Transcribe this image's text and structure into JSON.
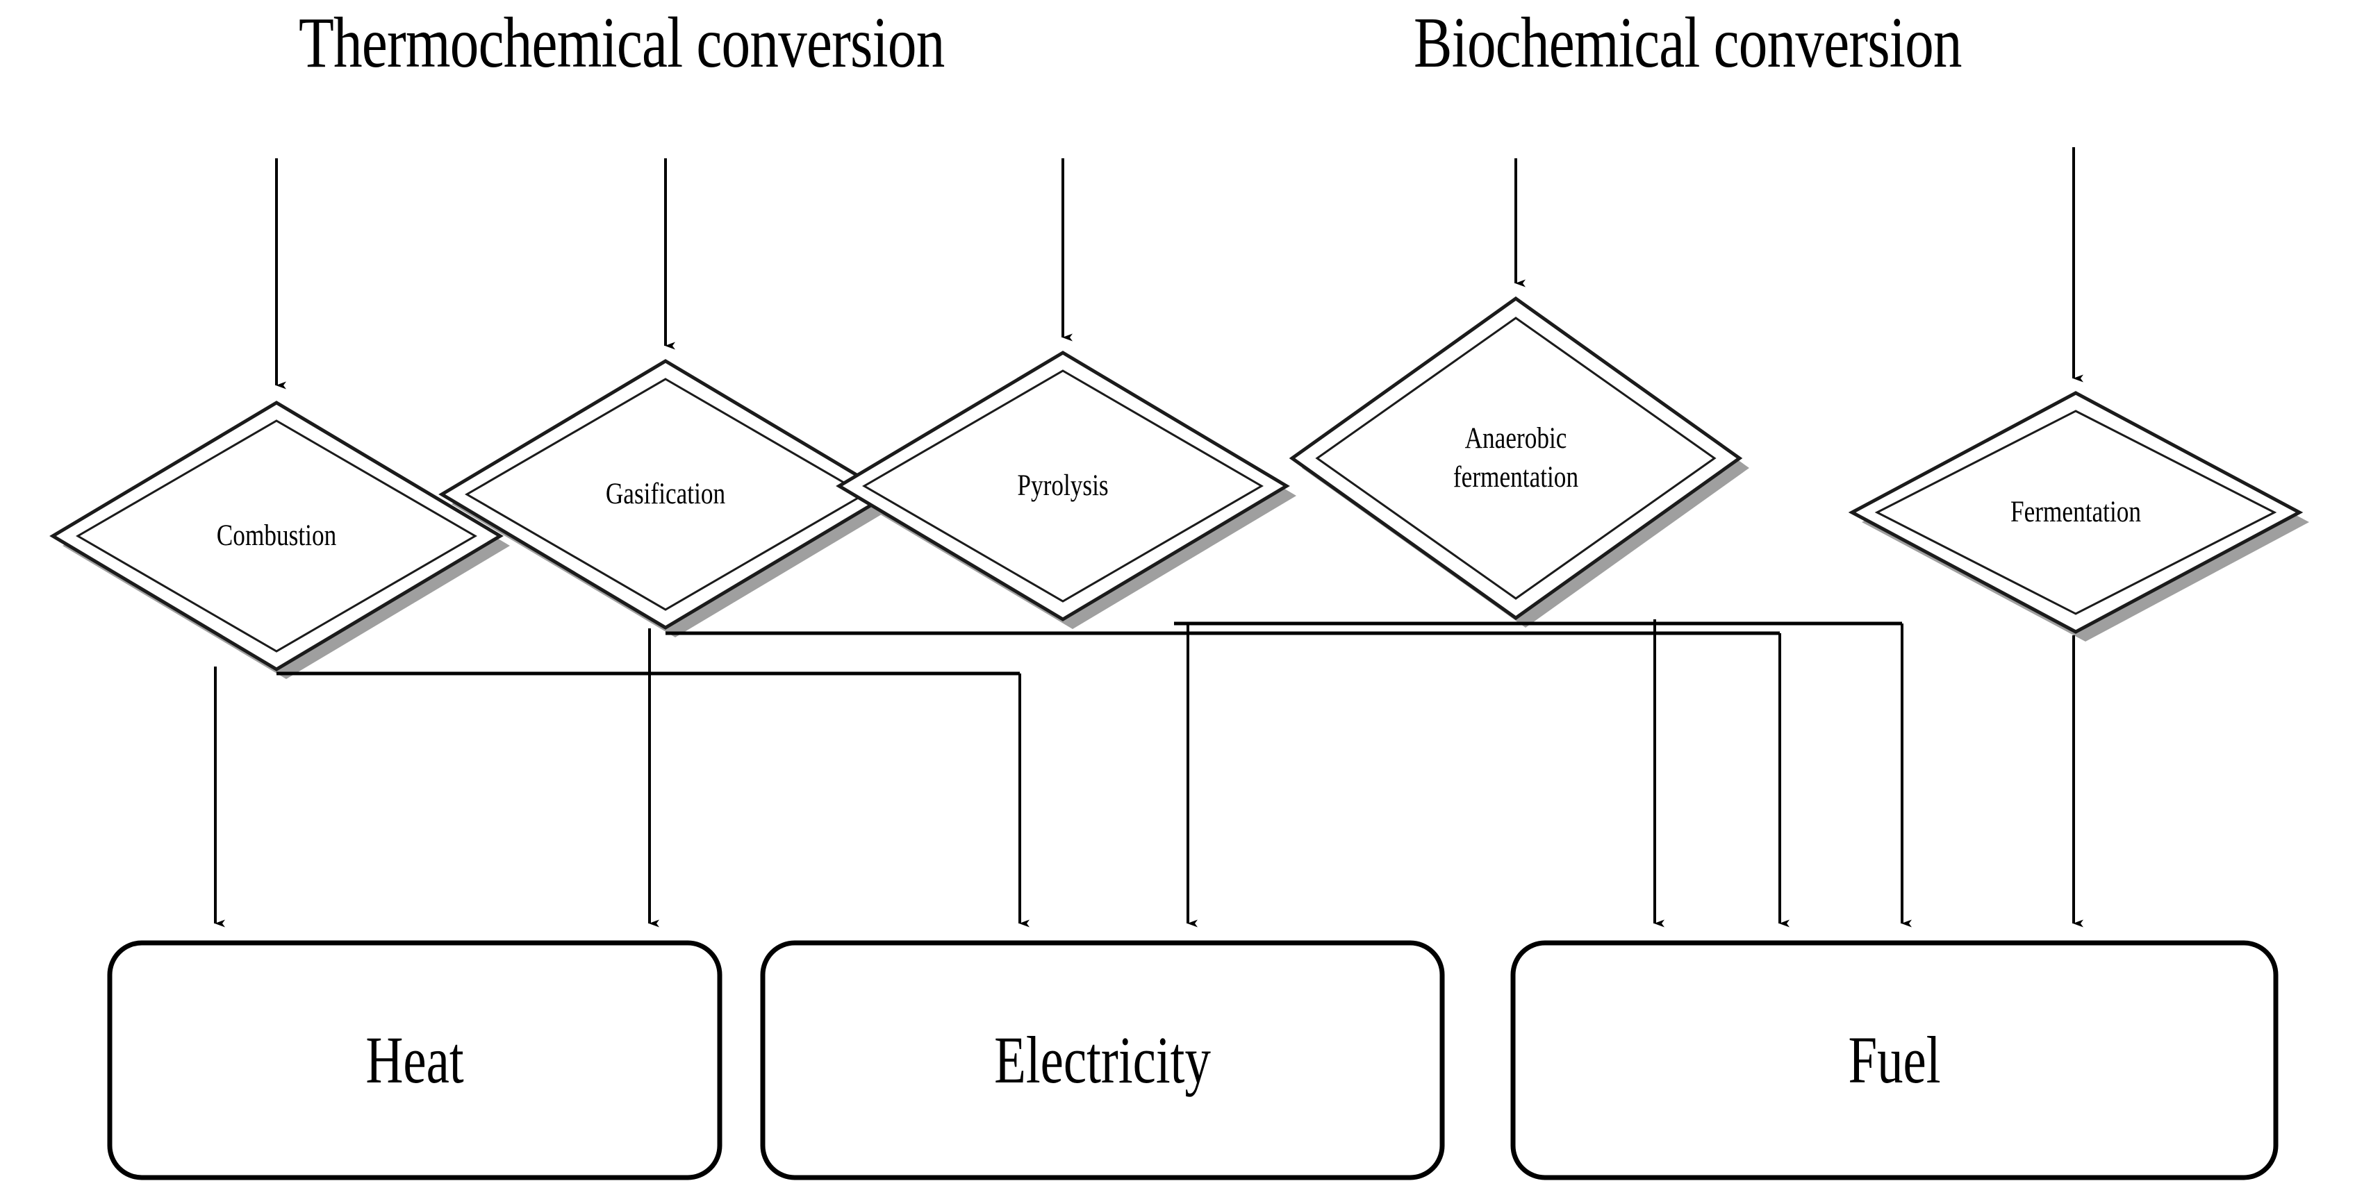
{
  "diagram": {
    "title_left": "Thermochemical conversion",
    "title_right": "Biochemical conversion",
    "background_color": "#ffffff",
    "line_color": "#000000",
    "shadow_color": "#9a9a9a",
    "processes": [
      {
        "id": "combustion",
        "label": "Combustion",
        "label_line_1": "Combustion",
        "label_line_2": ""
      },
      {
        "id": "gasification",
        "label": "Gasification",
        "label_line_1": "Gasification",
        "label_line_2": ""
      },
      {
        "id": "pyrolysis",
        "label": "Pyrolysis",
        "label_line_1": "Pyrolysis",
        "label_line_2": ""
      },
      {
        "id": "anaerobic",
        "label": "Anaerobic fermentation",
        "label_line_1": "Anaerobic",
        "label_line_2": "fermentation"
      },
      {
        "id": "fermentation",
        "label": "Fermentation",
        "label_line_1": "Fermentation",
        "label_line_2": ""
      }
    ],
    "outputs": [
      {
        "id": "heat",
        "label": "Heat"
      },
      {
        "id": "electricity",
        "label": "Electricity"
      },
      {
        "id": "fuel",
        "label": "Fuel"
      }
    ],
    "flows": [
      {
        "from": "combustion",
        "to": "heat"
      },
      {
        "from": "gasification",
        "to": "heat"
      },
      {
        "from": "gasification",
        "to": "electricity"
      },
      {
        "from": "pyrolysis",
        "to": "electricity"
      },
      {
        "from": "pyrolysis",
        "to": "fuel"
      },
      {
        "from": "anaerobic",
        "to": "fuel"
      },
      {
        "from": "fermentation",
        "to": "fuel"
      },
      {
        "from": "combustion",
        "to": "electricity"
      }
    ]
  }
}
